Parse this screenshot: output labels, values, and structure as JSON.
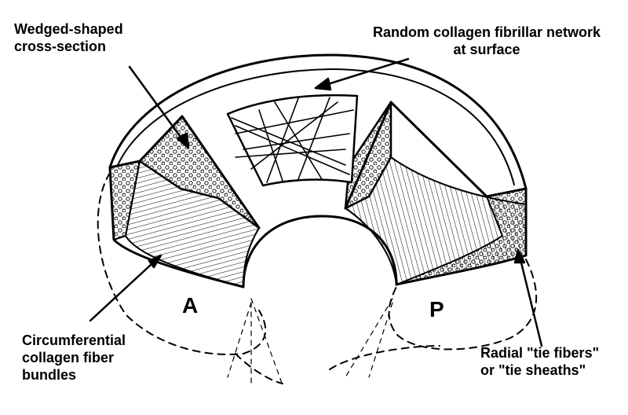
{
  "labels": {
    "wedge": "Wedged-shaped\ncross-section",
    "random": "Random collagen fibrillar network\nat surface",
    "circumferential": "Circumferential\ncollagen fiber\nbundles",
    "radial": "Radial \"tie fibers\"\nor \"tie sheaths\""
  },
  "letters": {
    "anterior": "A",
    "posterior": "P"
  },
  "colors": {
    "ink": "#000000",
    "paper": "#ffffff"
  }
}
